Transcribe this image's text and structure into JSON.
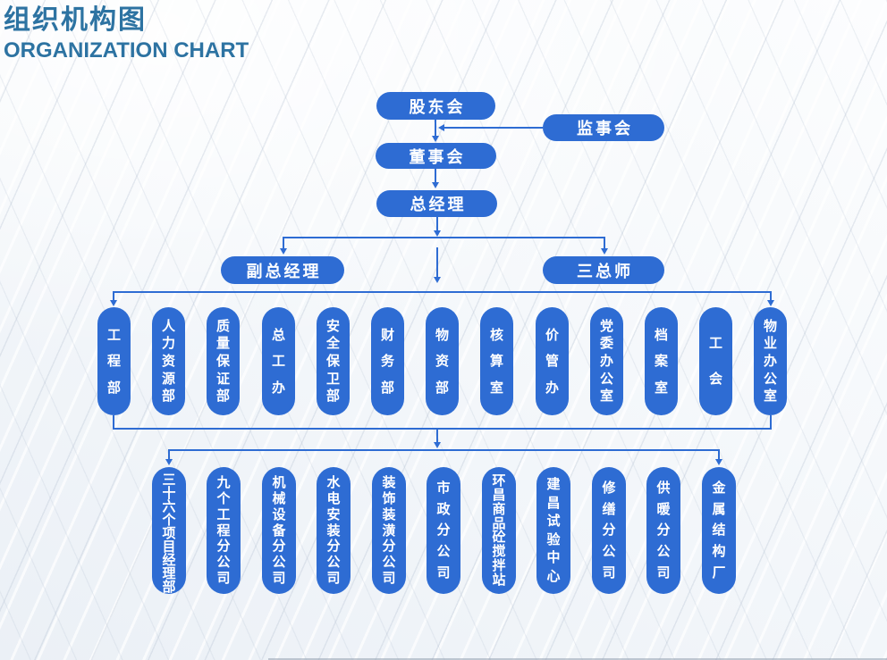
{
  "header": {
    "title_cn": "组织机构图",
    "title_en": "ORGANIZATION CHART"
  },
  "colors": {
    "node_blue": "#2e6cd3",
    "title_blue": "#2d73a2",
    "node_text": "#ffffff"
  },
  "org": {
    "shareholders": "股东会",
    "supervisory": "监事会",
    "board": "董事会",
    "general_manager": "总经理",
    "deputy_general_manager": "副总经理",
    "three_chiefs": "三总师",
    "departments": [
      "工程部",
      "人力资源部",
      "质量保证部",
      "总工办",
      "安全保卫部",
      "财务部",
      "物资部",
      "核算室",
      "价管办",
      "党委办公室",
      "档案室",
      "工会",
      "物业办公室"
    ],
    "subsidiaries": [
      "三十六个项目经理部",
      "九个工程分公司",
      "机械设备分公司",
      "水电安装分公司",
      "装饰装潢分公司",
      "市政分公司",
      "环昌商品砼搅拌站",
      "建昌试验中心",
      "修缮分公司",
      "供暖分公司",
      "金属结构厂"
    ]
  }
}
